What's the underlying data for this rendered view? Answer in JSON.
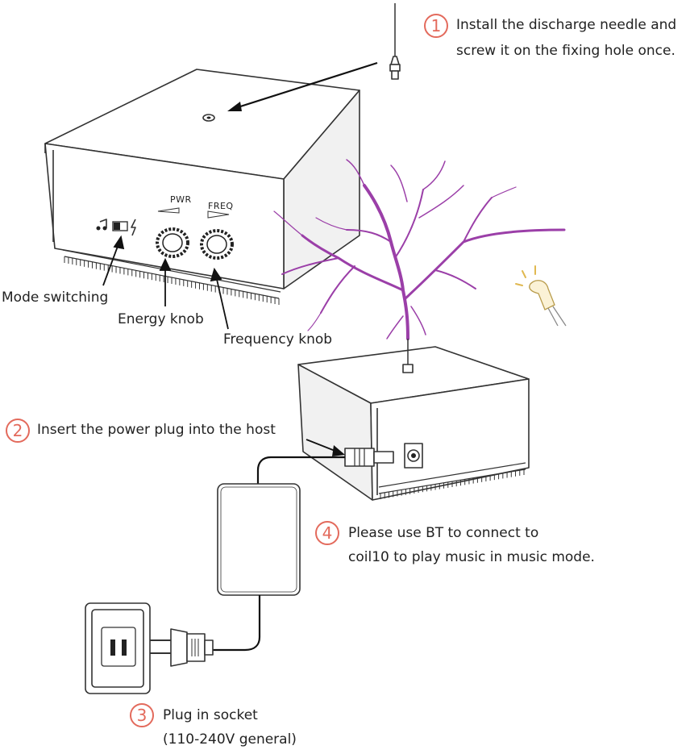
{
  "steps": [
    {
      "number": "1",
      "lines": [
        "Install the discharge needle and",
        "screw it on the fixing hole once."
      ]
    },
    {
      "number": "2",
      "lines": [
        "Insert the power plug into the host"
      ]
    },
    {
      "number": "3",
      "lines": [
        "Plug in socket",
        "(110-240V general)"
      ]
    },
    {
      "number": "4",
      "lines": [
        "Please use BT to connect to",
        "coil10 to play music in music mode."
      ]
    }
  ],
  "callouts": {
    "mode": "Mode switching",
    "energy": "Energy knob",
    "frequency": "Frequency knob"
  },
  "device_labels": {
    "pwr": "PWR",
    "freq": "FREQ"
  },
  "icons": [
    "needle-icon",
    "music-note-icon",
    "lightning-icon",
    "bulb-icon",
    "arc-spark-icon"
  ],
  "colors": {
    "step_accent": "#e36a5c",
    "arc": "#9b3fa8",
    "line": "#333333"
  }
}
